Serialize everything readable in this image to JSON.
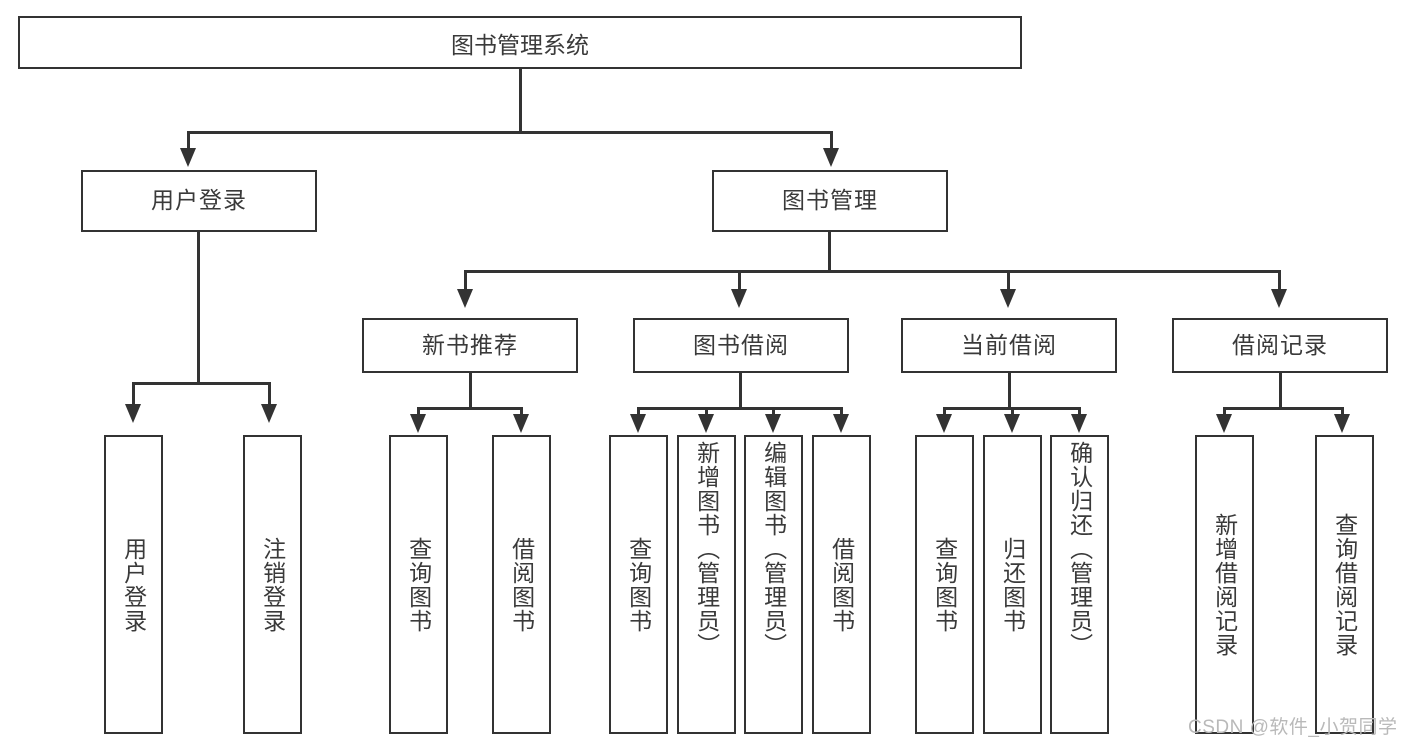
{
  "diagram": {
    "type": "tree",
    "title": "图书管理系统",
    "root": {
      "label": "图书管理系统"
    },
    "level2": [
      {
        "label": "用户登录"
      },
      {
        "label": "图书管理"
      }
    ],
    "level3": [
      {
        "label": "新书推荐"
      },
      {
        "label": "图书借阅"
      },
      {
        "label": "当前借阅"
      },
      {
        "label": "借阅记录"
      }
    ],
    "leaves": {
      "user_login": [
        {
          "label": "用户登录"
        },
        {
          "label": "注销登录"
        }
      ],
      "new_book_recommend": [
        {
          "label": "查询图书"
        },
        {
          "label": "借阅图书"
        }
      ],
      "book_borrow": [
        {
          "label": "查询图书"
        },
        {
          "label": "新增图书（管理员）"
        },
        {
          "label": "编辑图书（管理员）"
        },
        {
          "label": "借阅图书"
        }
      ],
      "current_borrow": [
        {
          "label": "查询图书"
        },
        {
          "label": "归还图书"
        },
        {
          "label": "确认归还（管理员）"
        }
      ],
      "borrow_record": [
        {
          "label": "新增借阅记录"
        },
        {
          "label": "查询借阅记录"
        }
      ]
    }
  },
  "watermark": {
    "text": "CSDN @软件_小贺同学"
  },
  "colors": {
    "stroke": "#333333",
    "text": "#3a3a3a",
    "background": "#ffffff",
    "watermark": "#b9b9b9"
  }
}
